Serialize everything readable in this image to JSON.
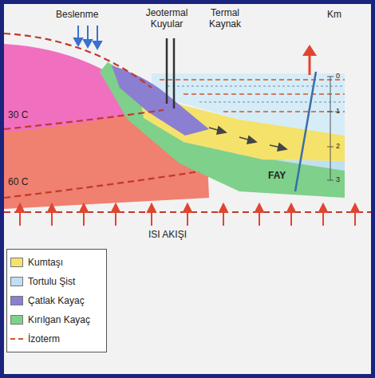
{
  "diagram": {
    "labels": [
      "Beslenme",
      "Jeotermal Kuyular",
      "Termal Kaynak",
      "Km",
      "0",
      "1",
      "2",
      "3",
      "30 C",
      "60 C",
      "FAY",
      "ISI AKIŞI"
    ],
    "legend": [
      {
        "text": "Kumtaşı",
        "color": "#f5e26a"
      },
      {
        "text": "Tortulu Şist",
        "color": "#bfe0f2"
      },
      {
        "text": "Çatlak Kayaç",
        "color": "#8a7fd0"
      },
      {
        "text": "Kırılgan Kayaç",
        "color": "#7fd08a"
      },
      {
        "text": "İzoterm"
      }
    ]
  }
}
